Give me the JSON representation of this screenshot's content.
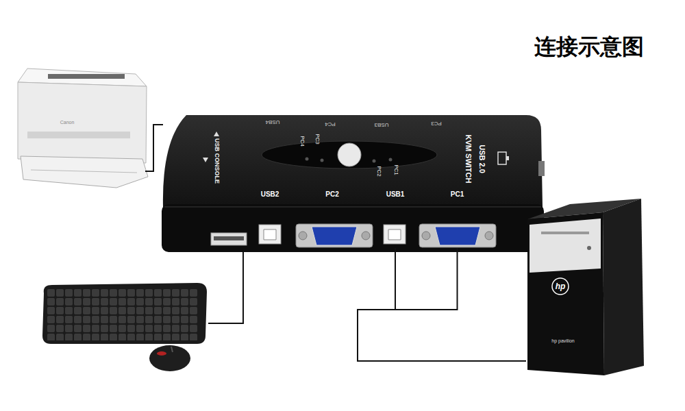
{
  "diagram": {
    "title": "连接示意图",
    "nodes": [
      {
        "text": [
          "Canon"
        ]
      },
      {
        "text": [
          "USB4",
          "PC4",
          "USB3",
          "PC3",
          "USB CONSOLE",
          "PC4",
          "PC3",
          "PC2",
          "PC1",
          "USB 2.0",
          "KVM SWITCH"
        ]
      },
      {
        "text": [
          "USB2"
        ],
        "in": 1
      },
      {
        "text": [
          "PC2"
        ],
        "in": 1
      },
      {
        "text": [
          "USB1"
        ],
        "in": 1
      },
      {
        "text": [
          "PC1"
        ],
        "in": 1
      },
      {
        "text": [
          "hp",
          "hp pavilion"
        ]
      }
    ],
    "edges": [
      {
        "from": 0,
        "to": 1,
        "arrow": "none"
      },
      {
        "from": 6,
        "to": 4,
        "arrow": "none"
      },
      {
        "from": 6,
        "to": 5,
        "arrow": "none"
      }
    ]
  }
}
